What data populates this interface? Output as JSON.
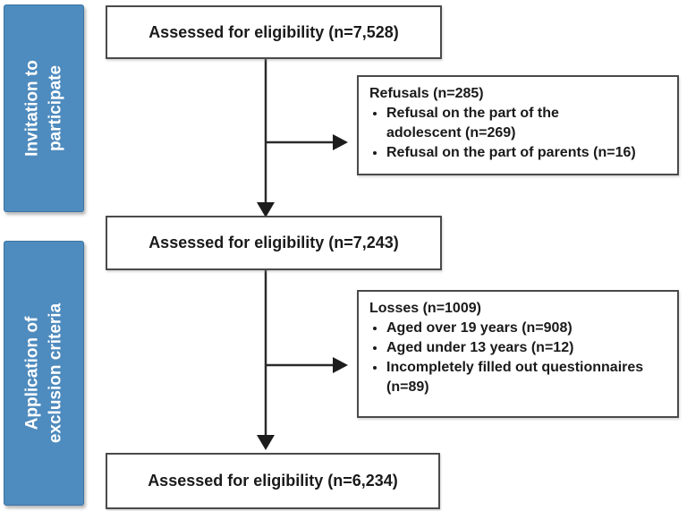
{
  "colors": {
    "side_label_bg": "#4e8bbe",
    "side_label_text": "#ffffff",
    "box_border": "#4a4a4a",
    "box_bg": "#ffffff",
    "arrow": "#1c1c1c",
    "text": "#1a1a1a"
  },
  "side_labels": [
    {
      "label": "Invitation to\nparticipate"
    },
    {
      "label": "Application of\nexclusion criteria"
    }
  ],
  "flow_boxes": [
    {
      "label": "Assessed for eligibility (n=7,528)"
    },
    {
      "label": "Assessed for eligibility (n=7,243)"
    },
    {
      "label": "Assessed for eligibility (n=6,234)"
    }
  ],
  "branch_boxes": [
    {
      "title": "Refusals (n=285)",
      "items": [
        "Refusal on the part of the\nadolescent (n=269)",
        "Refusal on the part of parents (n=16)"
      ]
    },
    {
      "title": "Losses (n=1009)",
      "items": [
        "Aged over 19 years (n=908)",
        "Aged under 13 years (n=12)",
        "Incompletely filled out questionnaires\n(n=89)"
      ]
    }
  ]
}
